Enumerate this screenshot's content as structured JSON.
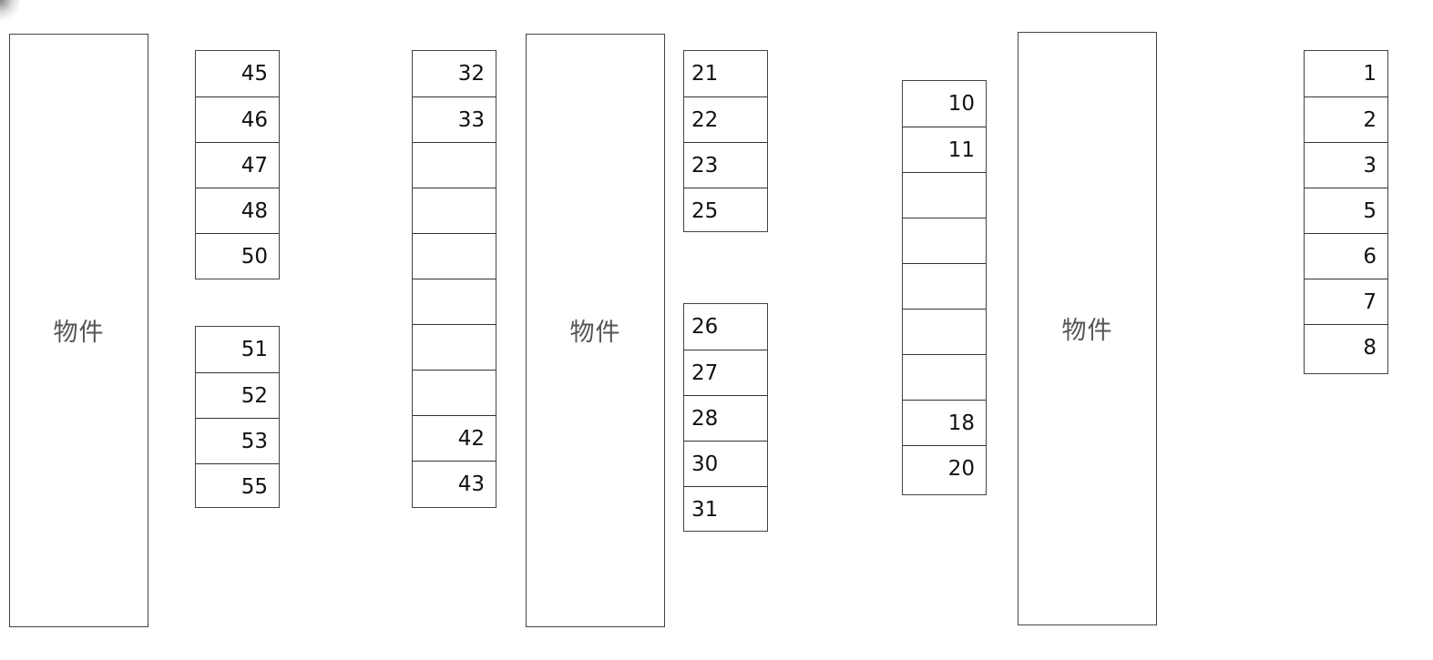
{
  "diagram": {
    "type": "parking-lot-layout",
    "building_label": "物件",
    "buildings": [
      {
        "id": "building-1",
        "label": "物件"
      },
      {
        "id": "building-2",
        "label": "物件"
      },
      {
        "id": "building-3",
        "label": "物件"
      }
    ],
    "slot_groups": {
      "col1_top": [
        "45",
        "46",
        "47",
        "48",
        "50"
      ],
      "col1_bottom": [
        "51",
        "52",
        "53",
        "55"
      ],
      "col2": [
        "32",
        "33",
        "",
        "",
        "",
        "",
        "",
        "",
        "42",
        "43"
      ],
      "col3_top": [
        "21",
        "22",
        "23",
        "25"
      ],
      "col3_bottom": [
        "26",
        "27",
        "28",
        "30",
        "31"
      ],
      "col4": [
        "10",
        "11",
        "",
        "",
        "",
        "",
        "",
        "18",
        "20"
      ],
      "col5": [
        "1",
        "2",
        "3",
        "5",
        "6",
        "7",
        "8"
      ]
    },
    "colors": {
      "border": "#444444",
      "text": "#111111",
      "label": "#555555",
      "background": "#ffffff"
    }
  }
}
